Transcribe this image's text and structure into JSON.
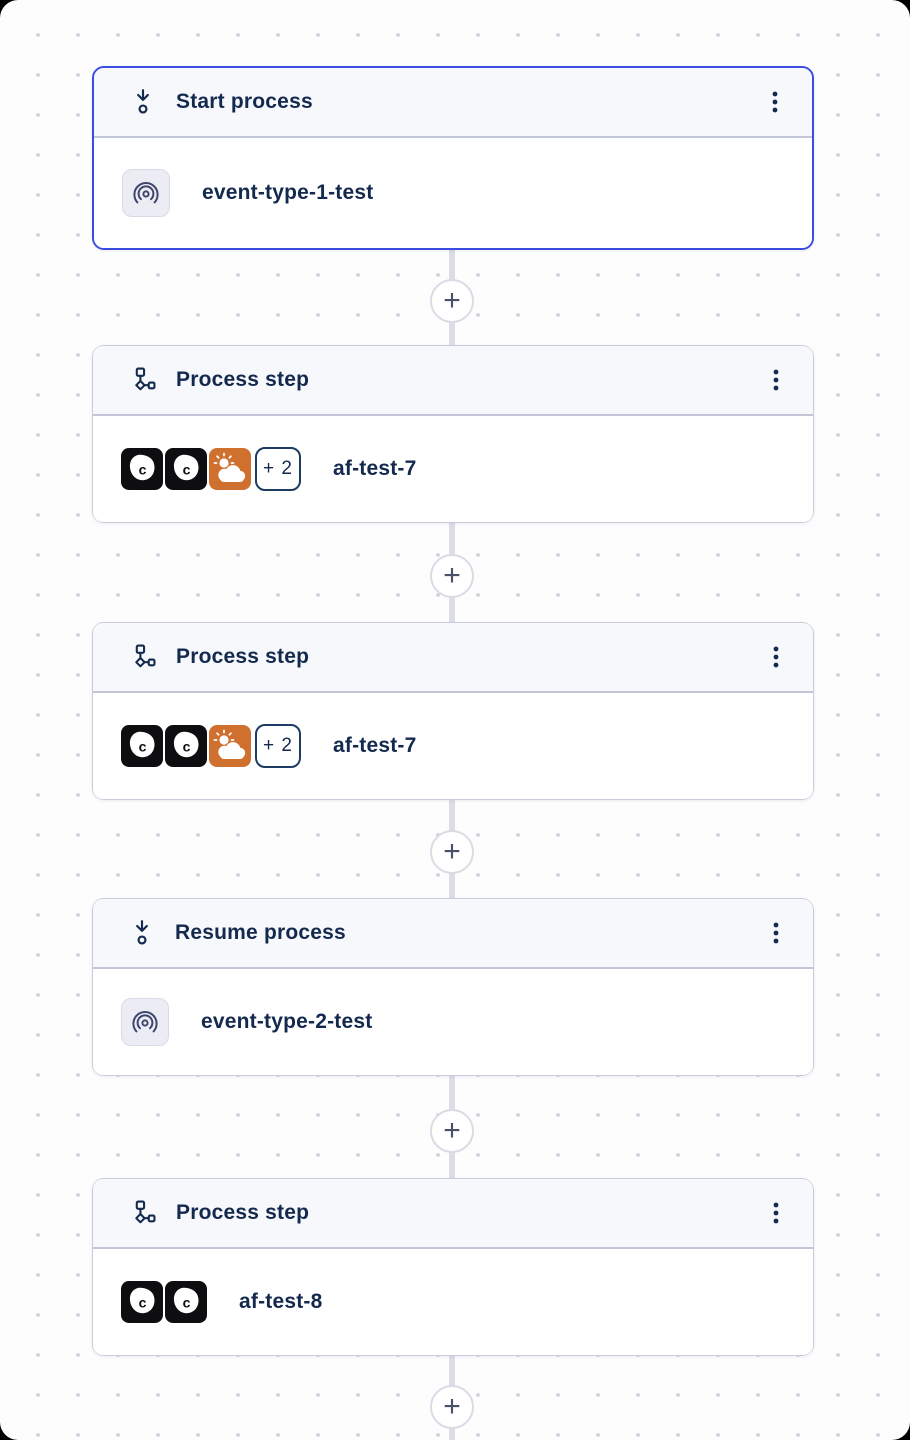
{
  "canvas": {
    "background": "#fdfdfe",
    "dot_color": "#d2d4df",
    "selected_border": "#3b4ce0",
    "card_border": "#c9ccda",
    "header_bg": "#f7f8fc",
    "text_navy": "#14294e",
    "orange_tile": "#d0702f",
    "black_tile": "#0e0e10"
  },
  "plus_label": "+",
  "icons": {
    "trigger": "arrow-down-to-circle-icon",
    "step": "workflow-branch-icon",
    "event": "broadcast-radar-icon",
    "menu": "kebab-menu-icon",
    "connector": "plus-icon",
    "app_black": "c-logo-icon",
    "app_orange": "sun-cloud-weather-icon"
  },
  "nodes": [
    {
      "kind": "trigger",
      "title": "Start process",
      "selected": true,
      "item": {
        "label": "event-type-1-test"
      }
    },
    {
      "kind": "step",
      "title": "Process step",
      "selected": false,
      "item": {
        "label": "af-test-7",
        "more": "+ 2"
      }
    },
    {
      "kind": "step",
      "title": "Process step",
      "selected": false,
      "item": {
        "label": "af-test-7",
        "more": "+ 2"
      }
    },
    {
      "kind": "trigger",
      "title": "Resume process",
      "selected": false,
      "item": {
        "label": "event-type-2-test"
      }
    },
    {
      "kind": "step",
      "title": "Process step",
      "selected": false,
      "item": {
        "label": "af-test-8"
      }
    }
  ]
}
